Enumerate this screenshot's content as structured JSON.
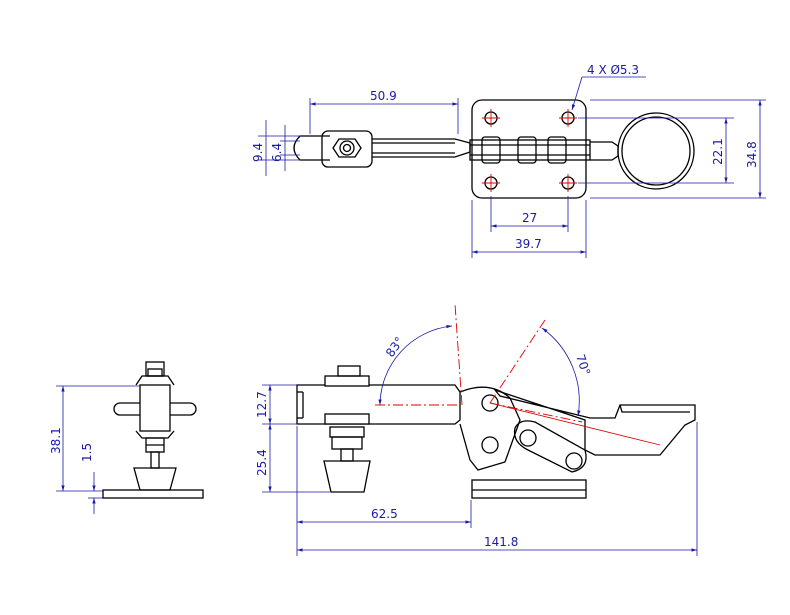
{
  "drawing": {
    "top_view": {
      "hole_callout": "4 X Ø5.3",
      "dims": {
        "length_to_holes": "50.9",
        "outer_width": "9.4",
        "inner_width": "6.4",
        "hole_spacing_x": "27",
        "base_length": "39.7",
        "hole_spacing_y": "22.1",
        "base_width": "34.8"
      }
    },
    "front_view": {
      "dims": {
        "total_height": "38.1",
        "foot_thickness": "1.5"
      }
    },
    "side_view": {
      "dims": {
        "arm_height": "12.7",
        "spindle_height": "25.4",
        "reach": "62.5",
        "overall_length": "141.8"
      },
      "angles": {
        "arm_open": "83°",
        "handle_open": "70°"
      }
    }
  }
}
